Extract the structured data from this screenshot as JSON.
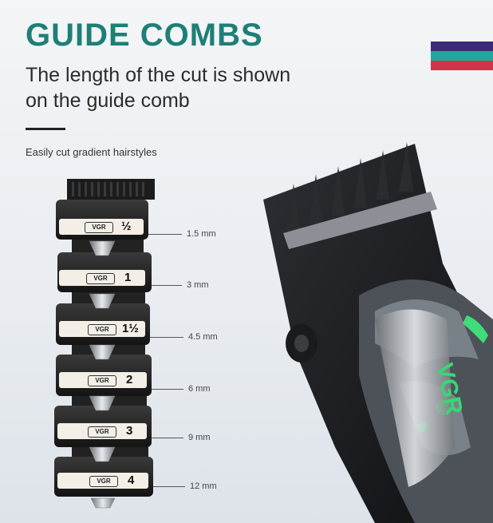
{
  "hero": {
    "title": "GUIDE COMBS",
    "subtitle": "The length of the cut is shown on the guide comb",
    "tagline": "Easily cut gradient hairstyles"
  },
  "colors": {
    "title": "#1e7f77",
    "flag_top": "#3a2a78",
    "flag_mid": "#21a79a",
    "flag_bottom": "#d1344a"
  },
  "comb": {
    "brand_mark": "VGR",
    "sizes": [
      "½",
      "1",
      "1½",
      "2",
      "3",
      "4"
    ]
  },
  "guide_lengths": [
    "1.5 mm",
    "3 mm",
    "4.5 mm",
    "6 mm",
    "9 mm",
    "12 mm"
  ],
  "clipper": {
    "brand": "VGR"
  }
}
